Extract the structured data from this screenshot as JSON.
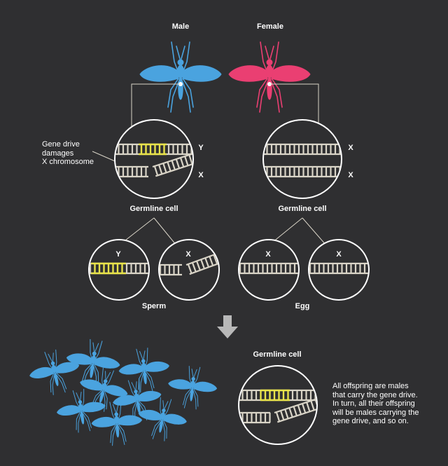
{
  "parents": {
    "male_label": "Male",
    "female_label": "Female",
    "male_color": "#4aa3df",
    "female_color": "#ea3f72"
  },
  "chromosome_letters": {
    "male_top": "Y",
    "male_bottom": "X",
    "female_top": "X",
    "female_bottom": "X",
    "sperm_1": "Y",
    "sperm_2": "X",
    "egg_1": "X",
    "egg_2": "X"
  },
  "labels": {
    "germline_male": "Germline cell",
    "germline_female": "Germline cell",
    "sperm": "Sperm",
    "egg": "Egg",
    "germline_offspring": "Germline cell",
    "gene_drive_note": "Gene drive\ndamages\nX chromosome",
    "offspring_note": "All offspring are males\nthat carry the gene drive.\nIn turn, all their offspring\nwill be males carrying the\ngene drive, and so on."
  },
  "colors": {
    "background": "#2f2f31",
    "dna": "#d9d4c7",
    "gene_drive": "#e8e34a",
    "offspring": "#4aa3df",
    "arrow": "#b8b8b8"
  },
  "icons": {
    "parent": "mosquito-icon",
    "flow": "arrow-down-icon"
  }
}
